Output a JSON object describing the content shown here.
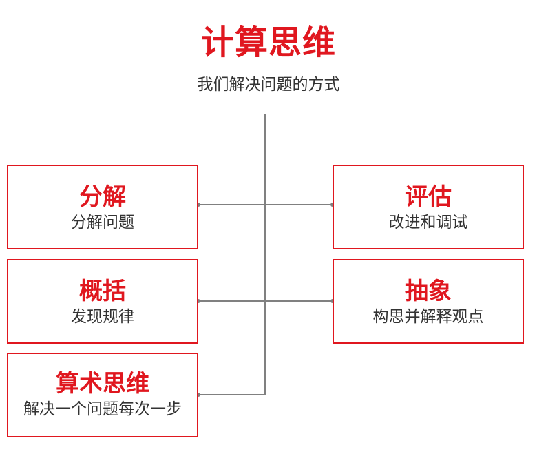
{
  "title": "计算思维",
  "subtitle": "我们解决问题的方式",
  "colors": {
    "accent": "#e0171f",
    "text": "#333333",
    "connector": "#808080"
  },
  "nodes": {
    "decomposition": {
      "title": "分解",
      "desc": "分解问题"
    },
    "evaluation": {
      "title": "评估",
      "desc": "改进和调试"
    },
    "generalisation": {
      "title": "概括",
      "desc": "发现规律"
    },
    "abstraction": {
      "title": "抽象",
      "desc": "构思并解释观点"
    },
    "algorithmic": {
      "title": "算术思维",
      "desc": "解决一个问题每次一步"
    }
  }
}
